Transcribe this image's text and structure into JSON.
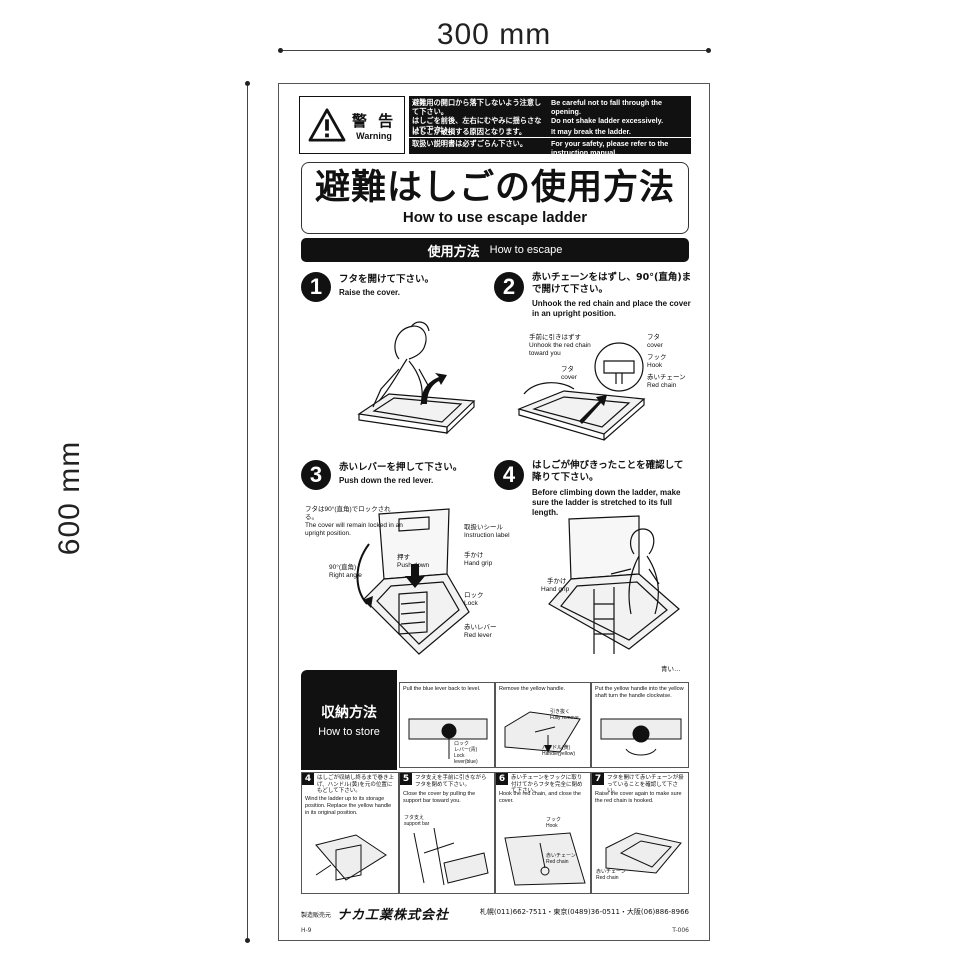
{
  "dimensions": {
    "width": "300 mm",
    "height": "600 mm"
  },
  "warning": {
    "jp_label": "警 告",
    "en_label": "Warning",
    "rows": [
      {
        "jp": "避難用の開口から落下しないよう注意して下さい。",
        "en": "Be careful not to fall through the opening."
      },
      {
        "jp": "はしごを前後、左右にむやみに揺らさないで下さい。",
        "en": "Do not shake ladder excessively."
      },
      {
        "jp": "はしごが破損する原因となります。",
        "en": "It may break the ladder."
      },
      {
        "jp": "取扱い説明書は必ずごらん下さい。",
        "en": "For your safety, please refer to the instruction manual."
      }
    ]
  },
  "title": {
    "jp": "避難はしごの使用方法",
    "en": "How to use escape ladder"
  },
  "section": {
    "jp": "使用方法",
    "en": "How to escape"
  },
  "steps": [
    {
      "num": "1",
      "jp": "フタを開けて下さい。",
      "en": "Raise the cover."
    },
    {
      "num": "2",
      "jp": "赤いチェーンをはずし、90°(直角)まで開けて下さい。",
      "en": "Unhook the red chain and place the cover in an upright position."
    },
    {
      "num": "3",
      "jp": "赤いレバーを押して下さい。",
      "en": "Push down the red lever."
    },
    {
      "num": "4",
      "jp": "はしごが伸びきったことを確認して降りて下さい。",
      "en": "Before climbing down the ladder, make sure the ladder is stretched to its full length."
    }
  ],
  "labels2": {
    "pull_jp": "手前に引きはずす",
    "pull_en": "Unhook the red chain toward you",
    "cover_jp": "フタ",
    "cover_en": "cover",
    "hook_jp": "フック",
    "hook_en": "Hook",
    "chain_jp": "赤いチェーン",
    "chain_en": "Red chain"
  },
  "labels3": {
    "lock90_jp": "フタは90°(直角)でロックされる。",
    "lock90_en": "The cover will remain locked in an upright position.",
    "angle_jp": "90°(直角)",
    "angle_en": "Right angle",
    "push_jp": "押す",
    "push_en": "Push down",
    "seal_jp": "取扱いシール",
    "seal_en": "Instruction label",
    "grip_jp": "手かけ",
    "grip_en": "Hand grip",
    "lock_jp": "ロック",
    "lock_en": "Lock",
    "lever_jp": "赤いレバー",
    "lever_en": "Red lever"
  },
  "labels4": {
    "grip_jp": "手かけ",
    "grip_en": "Hand grip"
  },
  "store": {
    "jp": "収納方法",
    "en": "How to store",
    "top_panels": [
      {
        "caption": "Pull the blue lever back to level.",
        "l1": "ロック",
        "l2": "レバー(青)",
        "l3": "Lock",
        "l4": "lever(blue)"
      },
      {
        "caption": "Remove the yellow handle.",
        "l1": "引き抜く",
        "l2": "Fully remove",
        "l3": "ハンドル(黄)",
        "l4": "Handle(yellow)"
      },
      {
        "caption": "Put the yellow handle into the yellow shaft turn the handle clockwise.",
        "l1": "",
        "l2": "",
        "l3": "",
        "l4": ""
      }
    ],
    "top_note": "青い…",
    "bottom_panels": [
      {
        "num": "4",
        "jp": "はしごが収納し終るまで巻き上げ、ハンドル(黄)を元の位置にもどして下さい。",
        "en": "Wind the ladder up to its storage position. Replace the yellow handle in its original position."
      },
      {
        "num": "5",
        "jp": "フタ支えを手前に引きながらフタを閉めて下さい。",
        "en": "Close the cover by pulling the support bar toward you."
      },
      {
        "num": "6",
        "jp": "赤いチェーンをフックに取り付けてからフタを完全に閉めて下さい。",
        "en": "Hook the red chain, and close the cover."
      },
      {
        "num": "7",
        "jp": "フタを開けて赤いチェーンが掛っていることを確認して下さい。",
        "en": "Raise the cover again to make sure the red chain is hooked."
      }
    ],
    "bl": {
      "support_jp": "フタ支え",
      "support_en": "support bar",
      "hook_jp": "フック",
      "hook_en": "Hook",
      "chain_jp": "赤いチェーン",
      "chain_en": "Red chain"
    }
  },
  "footer": {
    "small": "製造販売元",
    "brand": "ナカ工業株式会社",
    "contact": "札幌(011)662-7511・東京(0489)36-0511・大阪(06)886-8966",
    "code_left": "H-9",
    "code_right": "T-006"
  }
}
